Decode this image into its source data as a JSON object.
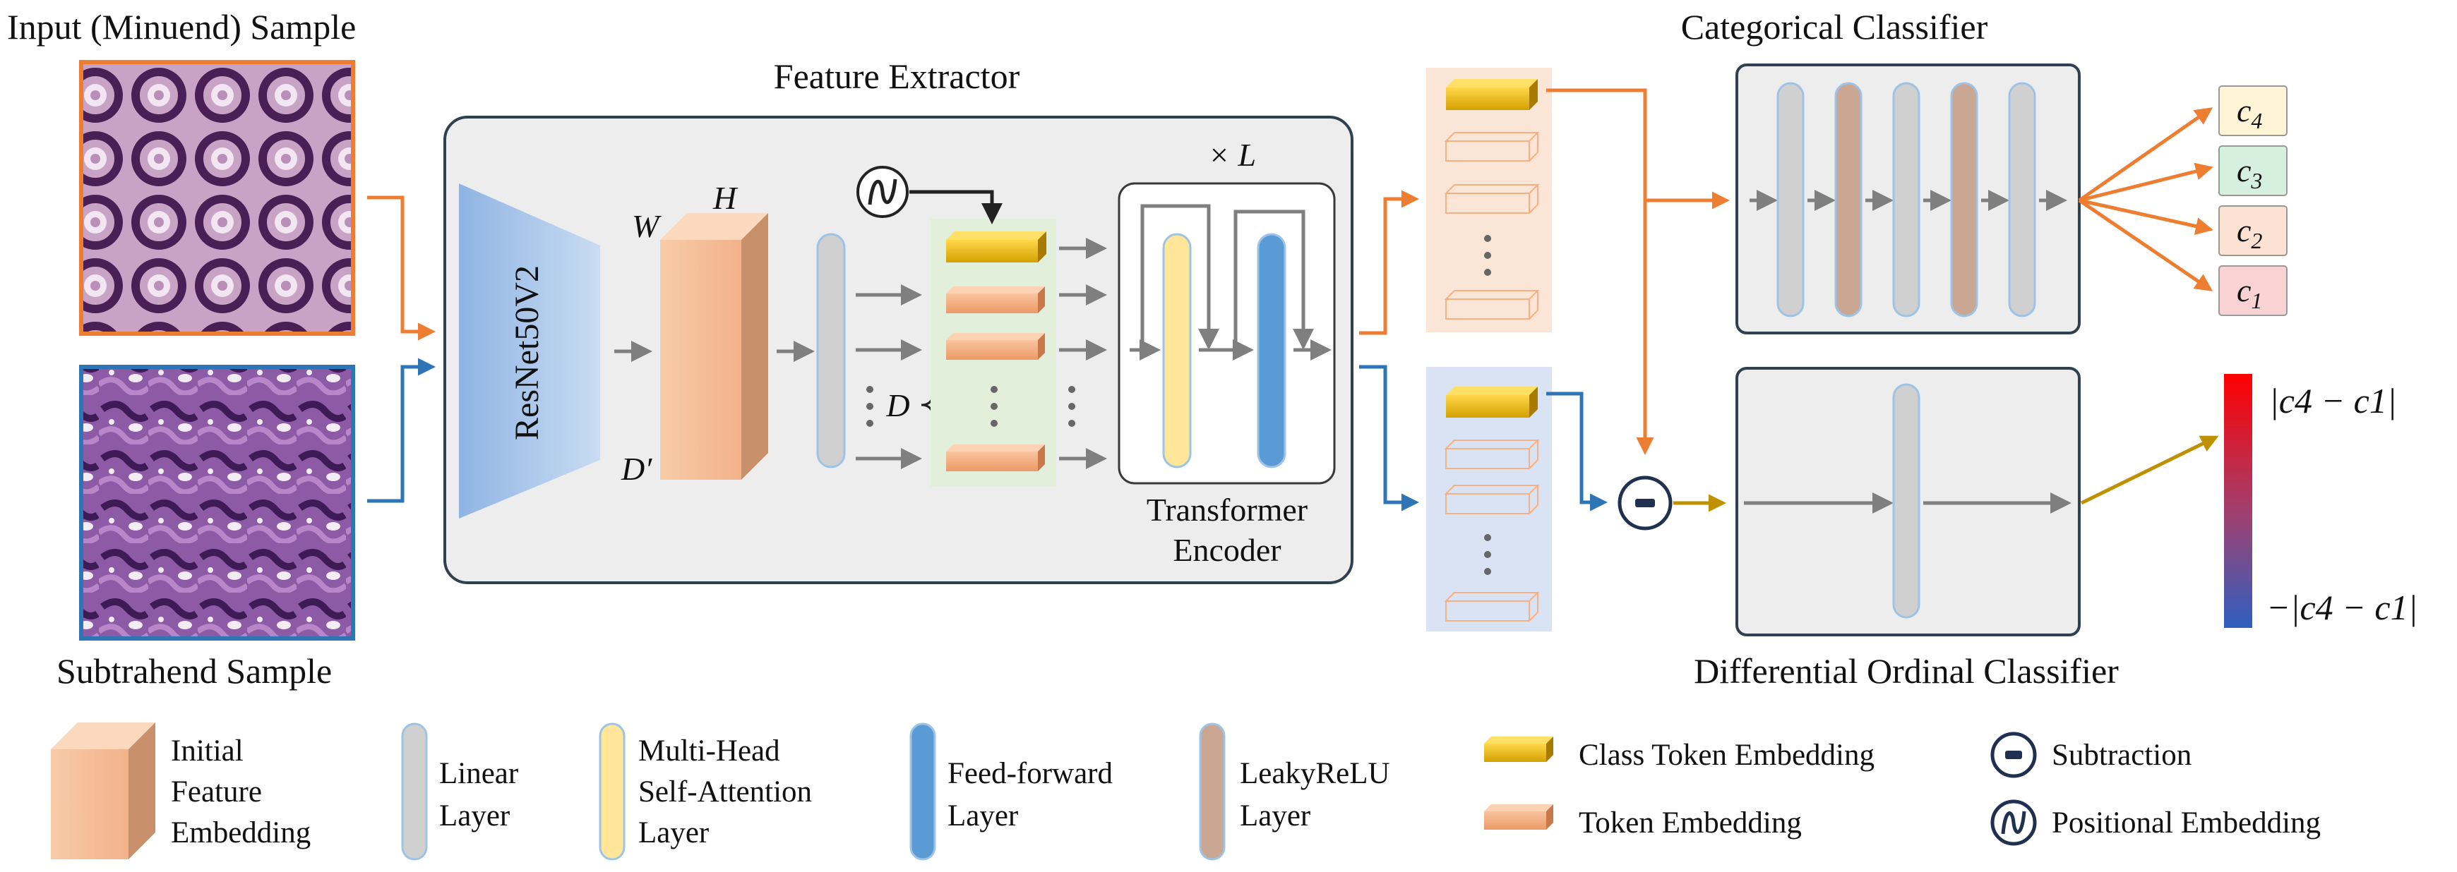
{
  "inputs": {
    "minuend_title": "Input (Minuend) Sample",
    "subtrahend_title": "Subtrahend Sample"
  },
  "feature_extractor": {
    "title": "Feature Extractor",
    "backbone": "ResNet50V2",
    "dim_w": "W",
    "dim_h": "H",
    "dim_d_prime": "D′",
    "dim_d": "D",
    "repeat": "× L",
    "encoder_line1": "Transformer",
    "encoder_line2": "Encoder"
  },
  "categorical": {
    "title": "Categorical Classifier",
    "outputs": [
      {
        "base": "c",
        "sub": "4",
        "color": "#fff4d6"
      },
      {
        "base": "c",
        "sub": "3",
        "color": "#d5f0dc"
      },
      {
        "base": "c",
        "sub": "2",
        "color": "#fbe2d2"
      },
      {
        "base": "c",
        "sub": "1",
        "color": "#f9d3d3"
      }
    ]
  },
  "ordinal": {
    "title": "Differential Ordinal Classifier",
    "scale_top": "|c4 − c1|",
    "scale_bottom": "−|c4 − c1|"
  },
  "legend": {
    "initial_l1": "Initial",
    "initial_l2": "Feature",
    "initial_l3": "Embedding",
    "linear_l1": "Linear",
    "linear_l2": "Layer",
    "mhsa_l1": "Multi-Head",
    "mhsa_l2": "Self-Attention",
    "mhsa_l3": "Layer",
    "ff_l1": "Feed-forward",
    "ff_l2": "Layer",
    "leaky_l1": "LeakyReLU",
    "leaky_l2": "Layer",
    "class_token": "Class Token Embedding",
    "token": "Token Embedding",
    "subtraction": "Subtraction",
    "positional": "Positional Embedding"
  },
  "colors": {
    "orange_arrow": "#ed7d31",
    "blue_arrow": "#2e75b6",
    "gold_arrow": "#bf9000",
    "gray_arrow": "#7f7f7f",
    "linear_layer": "#d0d0d0",
    "leaky_layer": "#c9a792",
    "mhsa_layer": "#ffe699",
    "ff_layer": "#5b9bd5",
    "class_token": "#e0b000",
    "token": "#f4b183"
  }
}
